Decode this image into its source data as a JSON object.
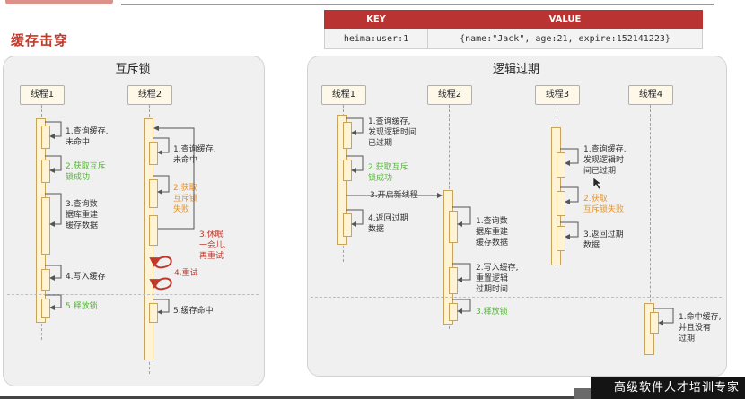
{
  "page": {
    "title": "缓存击穿",
    "footer": "高级软件人才培训专家"
  },
  "kv_table": {
    "headers": {
      "key": "KEY",
      "value": "VALUE"
    },
    "row": {
      "key": "heima:user:1",
      "value": "{name:\"Jack\", age:21, expire:152141223}"
    }
  },
  "mutex": {
    "title": "互斥锁",
    "threads": [
      "线程1",
      "线程2"
    ],
    "t1_steps": [
      {
        "n": "1.",
        "text": "查询缓存,\n未命中"
      },
      {
        "n": "2.",
        "text": "获取互斥\n锁成功"
      },
      {
        "n": "3.",
        "text": "查询数\n据库重建\n缓存数据"
      },
      {
        "n": "4.",
        "text": "写入缓存"
      },
      {
        "n": "5.",
        "text": "释放锁"
      }
    ],
    "t2_steps": [
      {
        "n": "1.",
        "text": "查询缓存,\n未命中"
      },
      {
        "n": "2.",
        "text": "获取\n互斥锁\n失败"
      },
      {
        "n": "3.",
        "text": "休眠\n一会儿,\n再重试"
      },
      {
        "n": "4.",
        "text": "重试"
      },
      {
        "n": "5.",
        "text": "缓存命中"
      }
    ]
  },
  "logical": {
    "title": "逻辑过期",
    "threads": [
      "线程1",
      "线程2",
      "线程3",
      "线程4"
    ],
    "t1_steps": [
      {
        "n": "1.",
        "text": "查询缓存,\n发现逻辑时间\n已过期"
      },
      {
        "n": "2.",
        "text": "获取互斥\n锁成功"
      },
      {
        "n": "3.",
        "text": "开启新线程"
      },
      {
        "n": "4.",
        "text": "返回过期\n数据"
      }
    ],
    "t2_steps": [
      {
        "n": "1.",
        "text": "查询数\n据库重建\n缓存数据"
      },
      {
        "n": "2.",
        "text": "写入缓存,\n重置逻辑\n过期时间"
      },
      {
        "n": "3.",
        "text": "释放锁"
      }
    ],
    "t3_steps": [
      {
        "n": "1.",
        "text": "查询缓存,\n发现逻辑时\n间已过期"
      },
      {
        "n": "2.",
        "text": "获取\n互斥锁失败"
      },
      {
        "n": "3.",
        "text": "返回过期\n数据"
      }
    ],
    "t4_steps": [
      {
        "n": "1.",
        "text": "命中缓存,\n并且没有\n过期"
      }
    ]
  },
  "colors": {
    "brand": "#c0392b",
    "success": "#52b634",
    "warning": "#e8932a",
    "header": "#b83331"
  }
}
